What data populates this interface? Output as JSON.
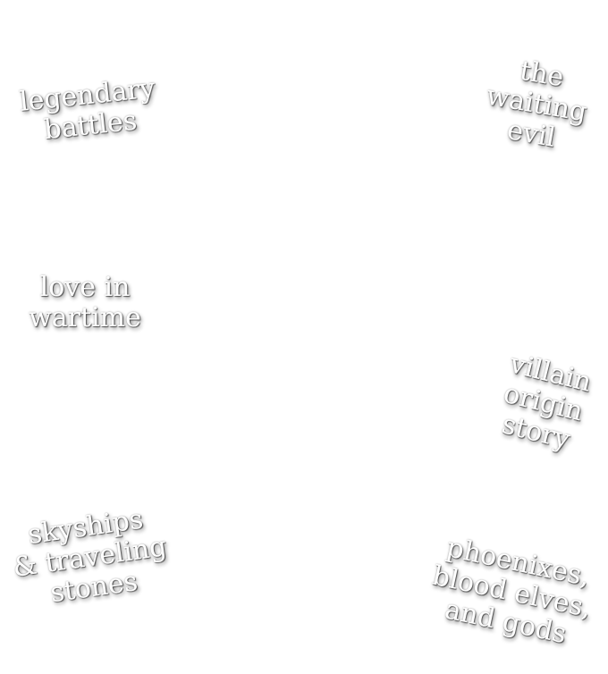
{
  "phrases": {
    "legendary_battles": {
      "lines": [
        "legendary",
        "battles"
      ]
    },
    "the_waiting_evil": {
      "lines": [
        "the",
        "waiting",
        "evil"
      ]
    },
    "love_in_wartime": {
      "lines": [
        "love in",
        "wartime"
      ]
    },
    "villain_origin_story": {
      "lines": [
        "villain",
        "origin",
        "story"
      ]
    },
    "skyships_traveling_stones": {
      "lines": [
        "skyships",
        "& traveling",
        "stones"
      ]
    },
    "phoenixes_elves_gods": {
      "lines": [
        "phoenixes,",
        "blood elves,",
        "and gods"
      ]
    }
  },
  "colors": {
    "background": "#ffffff",
    "text": "#ffffff",
    "shadow": "#000000"
  }
}
